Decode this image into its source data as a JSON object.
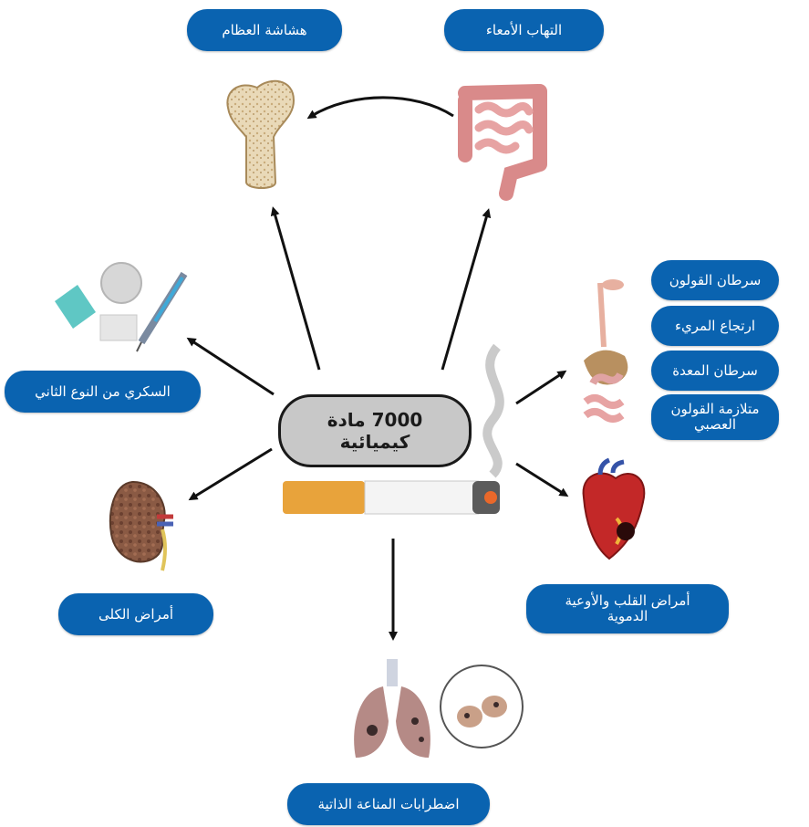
{
  "center": {
    "line1": "7000  مادة",
    "line2": "كيميائية"
  },
  "labels": {
    "bones": "هشاشة العظام",
    "intestine": "التهاب الأمعاء",
    "diabetes": "السكري من النوع الثاني",
    "kidney": "أمراض الكلى",
    "colon_cancer": "سرطان القولون",
    "reflux": "ارتجاع المريء",
    "stomach_cancer": "سرطان المعدة",
    "ibs_line1": "متلازمة القولون",
    "ibs_line2": "العصبي",
    "heart_line1": "أمراض القلب والأوعية",
    "heart_line2": "الدموية",
    "autoimmune": "اضطرابات المناعة الذاتية"
  },
  "colors": {
    "pill": "#0a63b0",
    "center_fill": "#c8c8c8",
    "arrow": "#111111"
  },
  "icons": [
    "bone-icon",
    "intestine-icon",
    "pills-syringe-icon",
    "kidney-icon",
    "digestive-system-icon",
    "heart-icon",
    "lungs-icon",
    "cigarette-icon"
  ]
}
